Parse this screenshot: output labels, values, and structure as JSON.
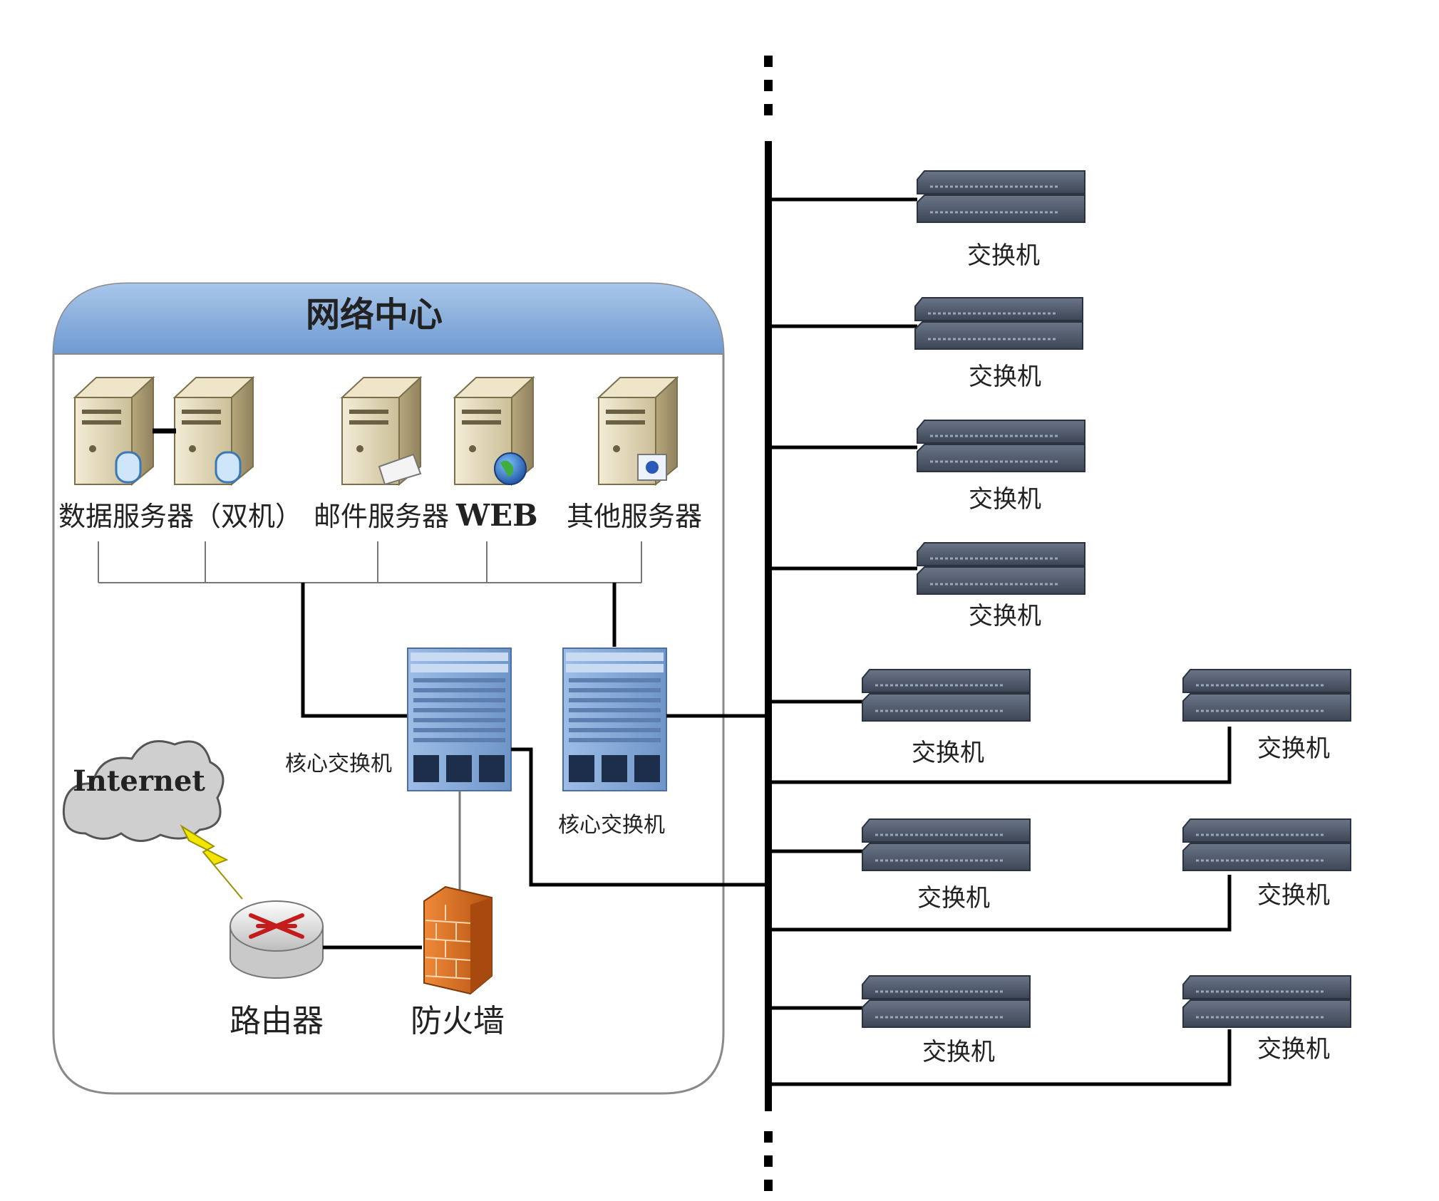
{
  "center": {
    "title": "网络中心"
  },
  "servers": {
    "data_label": "数据服务器（双机）",
    "mail_label": "邮件服务器",
    "web_label": "WEB",
    "other_label": "其他服务器"
  },
  "core_switches": {
    "left_label": "核心交换机",
    "right_label": "核心交换机"
  },
  "internet": {
    "label": "Internet"
  },
  "router": {
    "label": "路由器"
  },
  "firewall": {
    "label": "防火墙"
  },
  "access_switches": {
    "label": "交换机",
    "labels": [
      "交换机",
      "交换机",
      "交换机",
      "交换机",
      "交换机",
      "交换机",
      "交换机",
      "交换机",
      "交换机",
      "交换机"
    ]
  },
  "colors": {
    "header_blue": "#7ea6d6",
    "line": "#000000",
    "switch_body": "#4a5566",
    "core_switch": "#8fb1dc",
    "firewall": "#d9681e",
    "lightning": "#f2e600"
  }
}
